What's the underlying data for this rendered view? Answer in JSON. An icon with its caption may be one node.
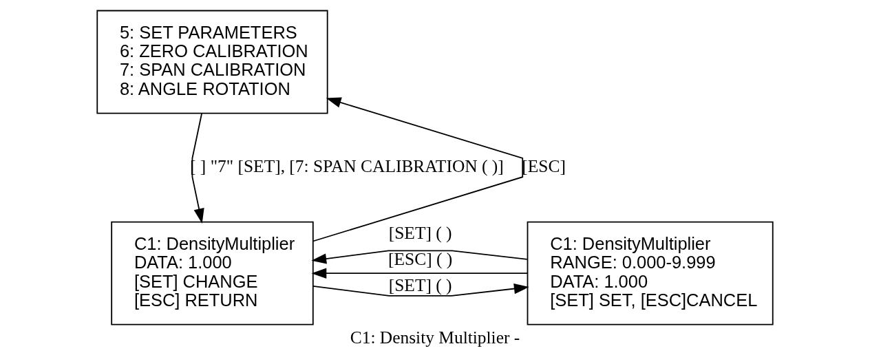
{
  "diagram": {
    "caption": "C1: Density Multiplier -",
    "nodes": [
      {
        "text": [
          "5: SET PARAMETERS",
          "6: ZERO CALIBRATION",
          "7: SPAN CALIBRATION",
          "8: ANGLE ROTATION"
        ]
      },
      {
        "text": [
          "C1: DensityMultiplier",
          "DATA: 1.000",
          "[SET] CHANGE",
          "[ESC] RETURN"
        ]
      },
      {
        "text": [
          "C1: DensityMultiplier",
          "RANGE: 0.000-9.999",
          "DATA: 1.000",
          "[SET] SET, [ESC]CANCEL"
        ]
      }
    ],
    "edges": [
      {
        "from": 0,
        "to": 1,
        "arrow": "to",
        "label": "[ ] \"7\" [SET], [7: SPAN CALIBRATION ( )]"
      },
      {
        "from": 1,
        "to": 2,
        "arrow": "to",
        "label": "[SET] ( )"
      },
      {
        "from": 2,
        "to": 1,
        "arrow": "to",
        "label": "[SET] ( )"
      },
      {
        "from": 2,
        "to": 1,
        "arrow": "to",
        "label": "[ESC] ( )"
      },
      {
        "from": 1,
        "to": 0,
        "arrow": "to",
        "label": "[ESC]"
      }
    ]
  }
}
